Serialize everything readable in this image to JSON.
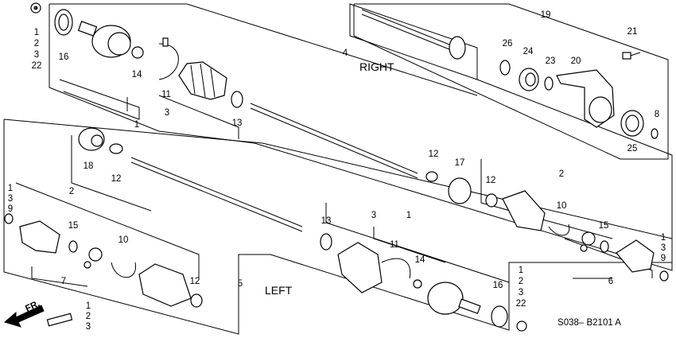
{
  "diagram": {
    "side_labels": {
      "right": "RIGHT",
      "left": "LEFT"
    },
    "direction_marker": "FR.",
    "drawing_code": "S038– B2101 A",
    "callouts": {
      "c_top_left_stack": [
        "1",
        "2",
        "3",
        "22"
      ],
      "c16_tl": "16",
      "c14_tl": "14",
      "c11_tl": "11",
      "c3_tl": "3",
      "c1_tl": "1",
      "c13_tl": "13",
      "c4": "4",
      "c19": "19",
      "c21": "21",
      "c26": "26",
      "c24": "24",
      "c23": "23",
      "c20": "20",
      "c8": "8",
      "c25": "25",
      "c18": "18",
      "c12_a": "12",
      "c_left_stack": [
        "1",
        "3",
        "9"
      ],
      "c2_l": "2",
      "c15_l": "15",
      "c10_l": "10",
      "c7": "7",
      "c12_l": "12",
      "c12_mid": "12",
      "c17": "17",
      "c12_r": "12",
      "c2_r": "2",
      "c10_r": "10",
      "c15_r": "15",
      "c6": "6",
      "c_right_stack": [
        "1",
        "3",
        "9"
      ],
      "c5": "5",
      "c13_b": "13",
      "c3_b": "3",
      "c1_b": "1",
      "c11_b": "11",
      "c14_b": "14",
      "c16_b": "16",
      "c_bottom_right_stack": [
        "1",
        "2",
        "3",
        "22"
      ],
      "c_fr_stack": [
        "1",
        "2",
        "3"
      ]
    }
  }
}
